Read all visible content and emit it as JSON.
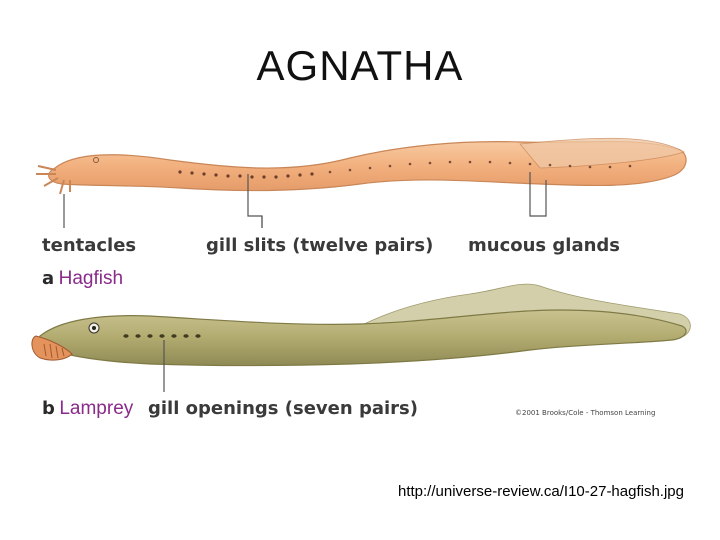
{
  "slide": {
    "title": "AGNATHA",
    "source_url": "http://universe-review.ca/I10-27-hagfish.jpg"
  },
  "figure": {
    "hagfish": {
      "letter": "a",
      "name": "Hagfish",
      "labels": {
        "tentacles": "tentacles",
        "gill_slits": "gill slits (twelve pairs)",
        "mucous_glands": "mucous glands"
      }
    },
    "lamprey": {
      "letter": "b",
      "name": "Lamprey",
      "labels": {
        "gill_openings": "gill openings (seven pairs)"
      }
    },
    "credit": "©2001 Brooks/Cole - Thomson Learning"
  },
  "colors": {
    "hagfish_body": "#f2b07e",
    "hagfish_outline": "#c98657",
    "lamprey_body": "#b9b27a",
    "lamprey_outline": "#7f7a45",
    "label_name": "#8a2a8a"
  }
}
